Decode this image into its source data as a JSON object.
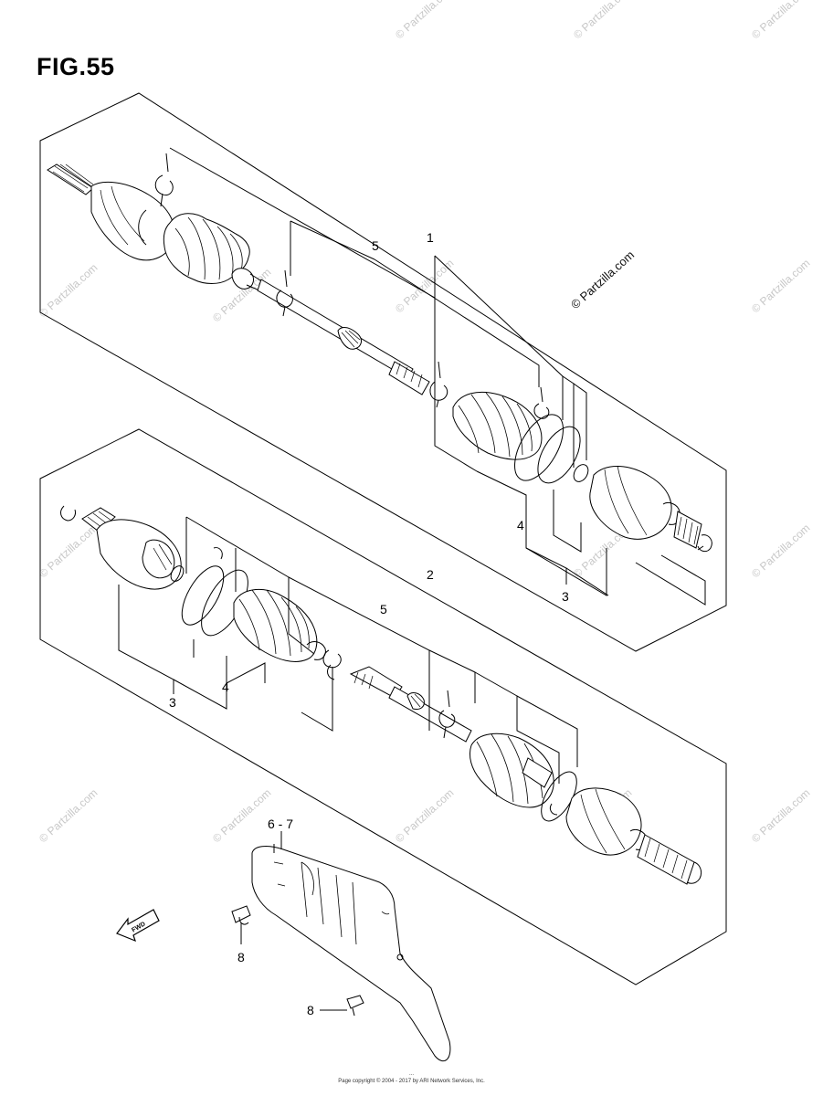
{
  "figure": {
    "title": "FIG.55"
  },
  "callouts": {
    "c1": "1",
    "c5a": "5",
    "c4a": "4",
    "c3a": "3",
    "c2": "2",
    "c5b": "5",
    "c3b": "3",
    "c4b": "4",
    "c67": "6 - 7",
    "c8a": "8",
    "c8b": "8"
  },
  "watermark": {
    "main": "© Partzilla.com",
    "tile": "© Partzilla.com"
  },
  "fwd_label": "FWD",
  "footer": {
    "line1": "...",
    "line2": "Page copyright © 2004 - 2017 by ARI Network Services, Inc."
  },
  "icons": [
    "fwd-arrow-icon"
  ]
}
